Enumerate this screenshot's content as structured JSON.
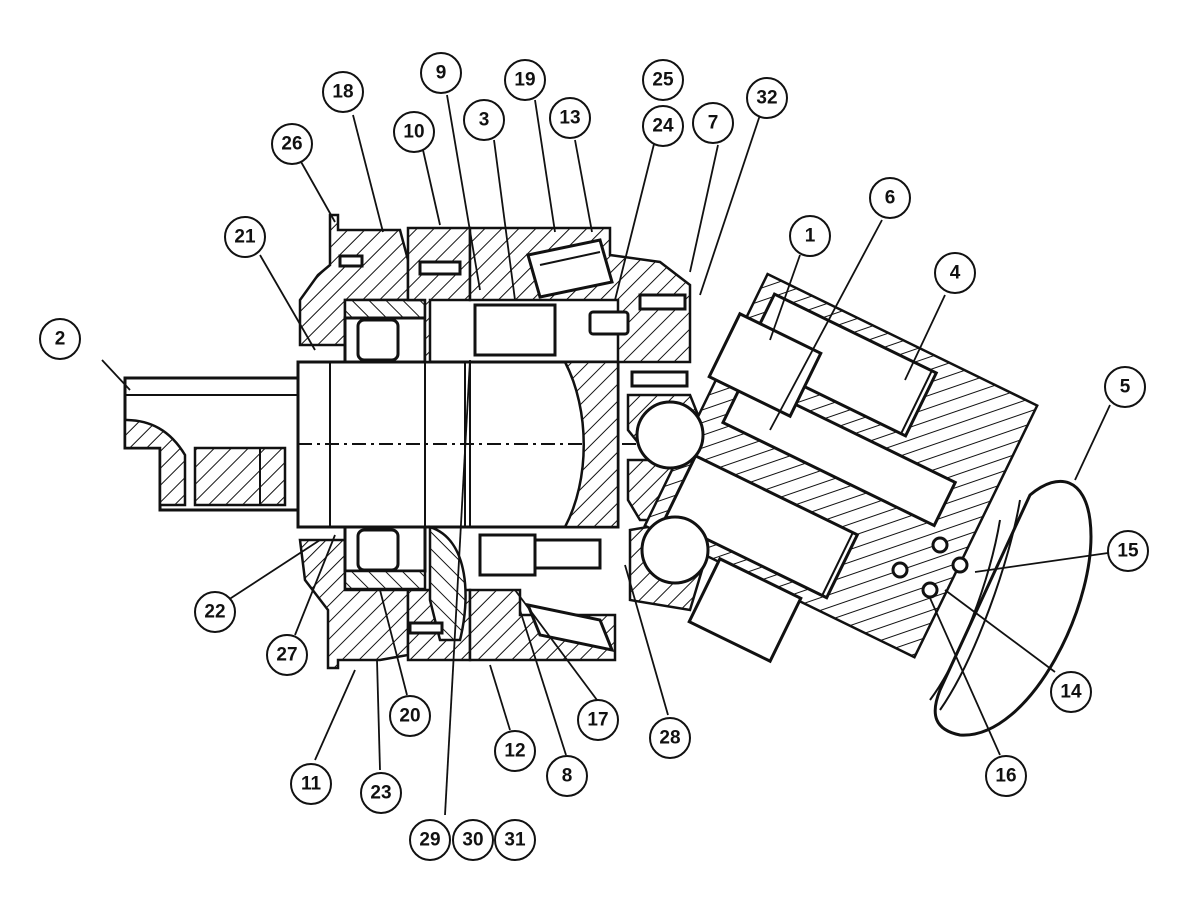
{
  "callouts": [
    {
      "id": "c1",
      "label": "1"
    },
    {
      "id": "c2",
      "label": "2"
    },
    {
      "id": "c3",
      "label": "3"
    },
    {
      "id": "c4",
      "label": "4"
    },
    {
      "id": "c5",
      "label": "5"
    },
    {
      "id": "c6",
      "label": "6"
    },
    {
      "id": "c7",
      "label": "7"
    },
    {
      "id": "c8",
      "label": "8"
    },
    {
      "id": "c9",
      "label": "9"
    },
    {
      "id": "c10",
      "label": "10"
    },
    {
      "id": "c11",
      "label": "11"
    },
    {
      "id": "c12",
      "label": "12"
    },
    {
      "id": "c13",
      "label": "13"
    },
    {
      "id": "c14",
      "label": "14"
    },
    {
      "id": "c15",
      "label": "15"
    },
    {
      "id": "c16",
      "label": "16"
    },
    {
      "id": "c17",
      "label": "17"
    },
    {
      "id": "c18",
      "label": "18"
    },
    {
      "id": "c19",
      "label": "19"
    },
    {
      "id": "c20",
      "label": "20"
    },
    {
      "id": "c21",
      "label": "21"
    },
    {
      "id": "c22",
      "label": "22"
    },
    {
      "id": "c23",
      "label": "23"
    },
    {
      "id": "c24",
      "label": "24"
    },
    {
      "id": "c25",
      "label": "25"
    },
    {
      "id": "c26",
      "label": "26"
    },
    {
      "id": "c27",
      "label": "27"
    },
    {
      "id": "c28",
      "label": "28"
    },
    {
      "id": "c29",
      "label": "29"
    },
    {
      "id": "c30",
      "label": "30"
    },
    {
      "id": "c31",
      "label": "31"
    },
    {
      "id": "c32",
      "label": "32"
    }
  ]
}
